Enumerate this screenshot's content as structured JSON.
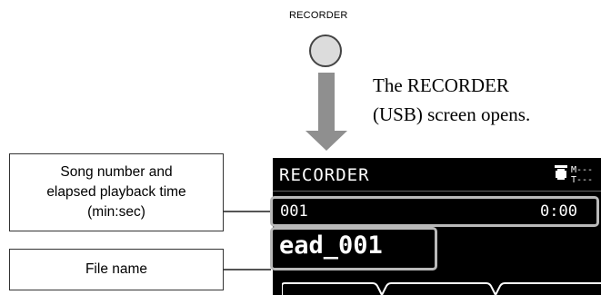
{
  "recorder_button": {
    "label": "RECORDER"
  },
  "description": {
    "line1": "The RECORDER",
    "line2": "(USB) screen opens."
  },
  "callouts": {
    "song": {
      "line1": "Song number and",
      "line2": "elapsed playback time",
      "line3": "(min:sec)"
    },
    "file": {
      "text": "File name"
    }
  },
  "lcd": {
    "title": "RECORDER",
    "status_icons": {
      "top": "M---",
      "bottom": "T---"
    },
    "song_number": "001",
    "elapsed_time": "0:00",
    "file_name": "ead_001"
  },
  "colors": {
    "lcd_background": "#000000",
    "lcd_text": "#ffffff",
    "highlight": "#b9b9b9",
    "arrow": "#8f8f8f",
    "button_fill": "#dcdcdc"
  }
}
